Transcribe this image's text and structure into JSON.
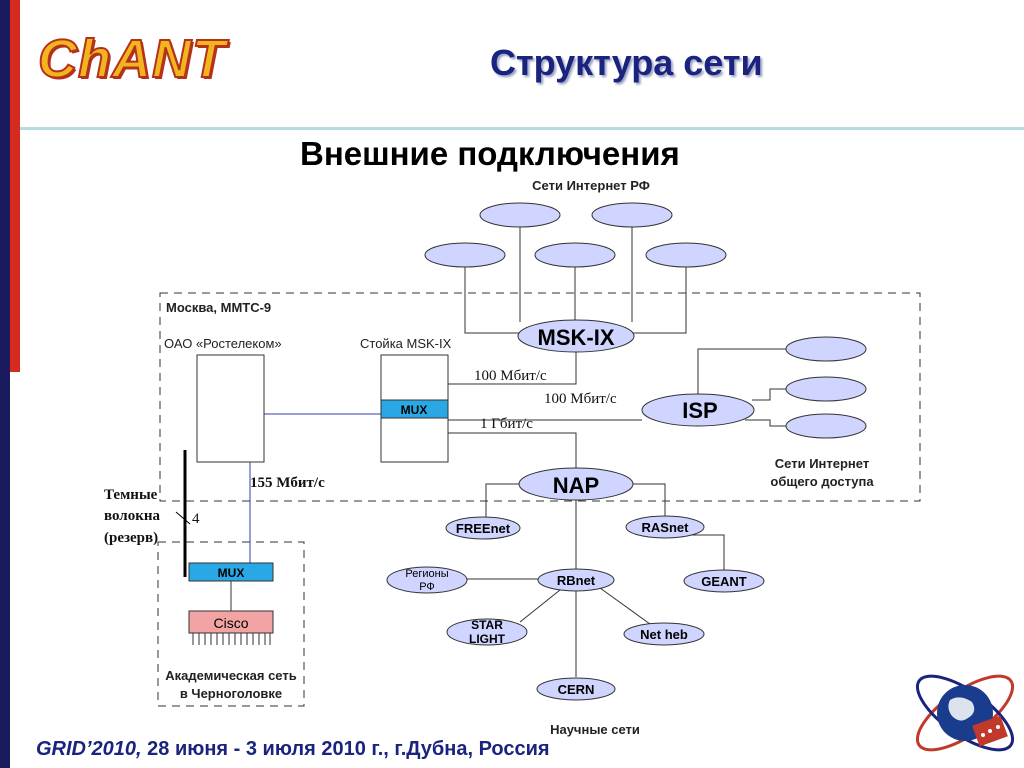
{
  "header": {
    "logo": "ChANT",
    "title": "Структура сети",
    "subtitle": "Внешние подключения"
  },
  "footer": {
    "event": "GRID’2010,",
    "dates": "28 июня - 3 июля 2010 г., г.Дубна, Россия"
  },
  "diagram": {
    "internet_rf": "Сети Интернет РФ",
    "moscow": "Москва, ММТС-9",
    "rostelecom": "ОАО «Ростелеком»",
    "msk_ix_rack": "Стойка MSK-IX",
    "msk_ix": "MSK-IX",
    "isp": "ISP",
    "nap": "NAP",
    "mux": "MUX",
    "mux2": "MUX",
    "cisco": "Cisco",
    "link_100_1": "100 Мбит/с",
    "link_100_2": "100 Мбит/с",
    "link_1g": "1 Гбит/с",
    "link_155": "155 Мбит/с",
    "dark_fiber": [
      "Темные",
      "волокна",
      "(резерв)"
    ],
    "fiber_count": "4",
    "public_internet": [
      "Сети Интернет",
      "общего доступа"
    ],
    "freenet": "FREEnet",
    "rasnet": "RASnet",
    "geant": "GEANT",
    "rbnet": "RBnet",
    "regions": [
      "Регионы",
      "РФ"
    ],
    "starlight": [
      "STAR",
      "LIGHT"
    ],
    "netheb": "Net heb",
    "cern": "CERN",
    "science_nets": "Научные сети",
    "academic": [
      "Академическая сеть",
      "в Черноголовке"
    ]
  },
  "colors": {
    "title": "#1a237e",
    "node_fill": "#cfd5ff",
    "mux_fill": "#2aa8e6",
    "cisco_fill": "#f2a3a3",
    "logo": "#f2b51d",
    "bar_navy": "#1a1a5e",
    "bar_red": "#d42a1f"
  },
  "icons": [
    "event-logo-icon"
  ]
}
